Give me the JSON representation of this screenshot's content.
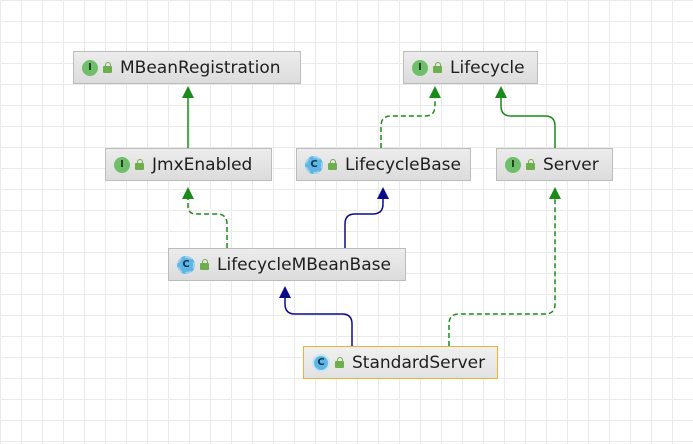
{
  "nodes": {
    "mbeanregistration": {
      "label": "MBeanRegistration",
      "kind": "I"
    },
    "lifecycle": {
      "label": "Lifecycle",
      "kind": "I"
    },
    "jmxenabled": {
      "label": "JmxEnabled",
      "kind": "I"
    },
    "lifecyclebase": {
      "label": "LifecycleBase",
      "kind": "C"
    },
    "server": {
      "label": "Server",
      "kind": "I"
    },
    "lifecyclembeanbase": {
      "label": "LifecycleMBeanBase",
      "kind": "C"
    },
    "standardserver": {
      "label": "StandardServer",
      "kind": "C"
    }
  },
  "edges": [
    {
      "from": "JmxEnabled",
      "to": "MBeanRegistration",
      "relation": "extends",
      "style": "solid",
      "color": "#1a8a1a"
    },
    {
      "from": "LifecycleBase",
      "to": "Lifecycle",
      "relation": "implements",
      "style": "dashed",
      "color": "#1a8a1a"
    },
    {
      "from": "Server",
      "to": "Lifecycle",
      "relation": "extends",
      "style": "solid",
      "color": "#1a8a1a"
    },
    {
      "from": "LifecycleMBeanBase",
      "to": "JmxEnabled",
      "relation": "implements",
      "style": "dashed",
      "color": "#1a8a1a"
    },
    {
      "from": "LifecycleMBeanBase",
      "to": "LifecycleBase",
      "relation": "extends",
      "style": "solid",
      "color": "#0b0b8a"
    },
    {
      "from": "StandardServer",
      "to": "LifecycleMBeanBase",
      "relation": "extends",
      "style": "solid",
      "color": "#0b0b8a"
    },
    {
      "from": "StandardServer",
      "to": "Server",
      "relation": "implements",
      "style": "dashed",
      "color": "#1a8a1a"
    }
  ],
  "colors": {
    "interface_badge": "#6fbf6a",
    "class_badge": "#5fb6e4",
    "selected_border": "#e8b33a",
    "inheritance_arrow": "#0b0b8a",
    "interface_arrow": "#1a8a1a"
  },
  "icons": {
    "interface": "interface-icon",
    "class": "class-icon",
    "abstract_class": "abstract-class-icon",
    "visibility": "public-lock-icon"
  }
}
